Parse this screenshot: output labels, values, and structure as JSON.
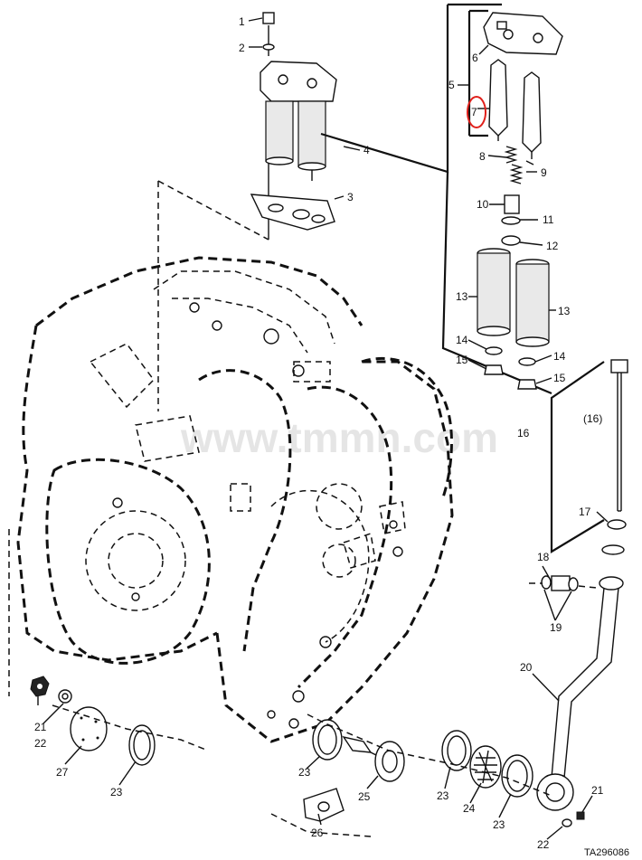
{
  "figure_code": "TA296086",
  "watermark": "www.tmmn.com",
  "callouts": [
    "1",
    "2",
    "3",
    "4",
    "5",
    "6",
    "7",
    "8",
    "9",
    "10",
    "11",
    "12",
    "13",
    "14",
    "15",
    "16",
    "(16)",
    "17",
    "18",
    "19",
    "20",
    "21",
    "22",
    "23",
    "24",
    "25",
    "26",
    "27"
  ],
  "highlight_color": "#e0201b"
}
